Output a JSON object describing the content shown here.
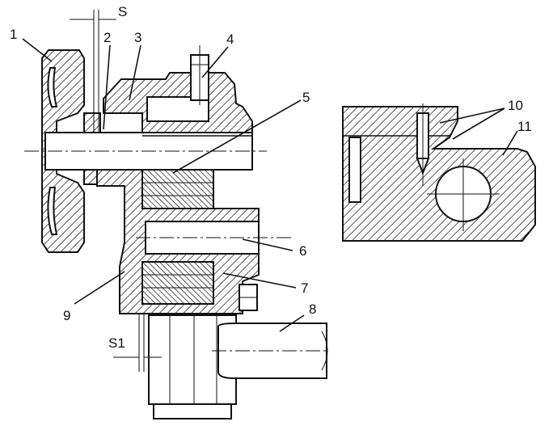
{
  "labels": {
    "l1": "1",
    "l2": "2",
    "l3": "3",
    "l4": "4",
    "l5": "5",
    "l6": "6",
    "l7": "7",
    "l8": "8",
    "l9": "9",
    "l10": "10",
    "l11": "11",
    "s": "S",
    "s1": "S1"
  }
}
